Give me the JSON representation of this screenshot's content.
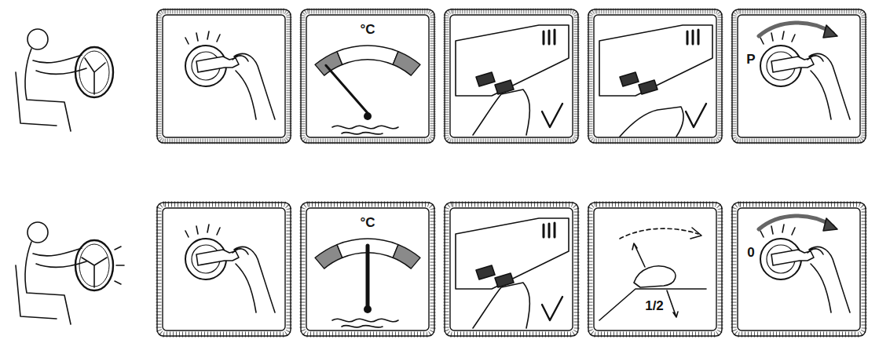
{
  "diagram": {
    "labels": [
      "°C",
      "P",
      "°C",
      "1/2",
      "0"
    ]
  }
}
